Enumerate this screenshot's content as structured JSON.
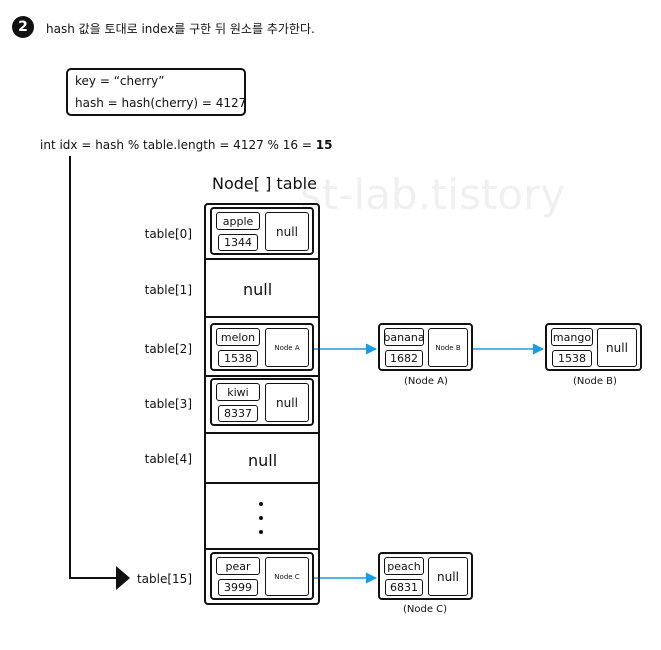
{
  "header": {
    "step_number": "2",
    "step_text": "hash 값을 토대로 index를 구한 뒤 원소를 추가한다."
  },
  "key_box": {
    "key_line": "key = “cherry”",
    "hash_line": "hash = hash(cherry) = 4127"
  },
  "index_formula": {
    "text": "int idx = hash % table.length = 4127 % 16 = ",
    "result": "15"
  },
  "table": {
    "title": "Node[ ] table",
    "rows": [
      {
        "label": "table[0]",
        "key": "apple",
        "value": "1344",
        "next": "null"
      },
      {
        "label": "table[1]",
        "null_text": "null"
      },
      {
        "label": "table[2]",
        "key": "melon",
        "value": "1538",
        "next": "Node A"
      },
      {
        "label": "table[3]",
        "key": "kiwi",
        "value": "8337",
        "next": "null"
      },
      {
        "label": "table[4]",
        "null_text": "null"
      },
      {
        "label": "table[15]",
        "key": "pear",
        "value": "3999",
        "next": "Node C"
      }
    ]
  },
  "chain_nodes": [
    {
      "key": "banana",
      "value": "1682",
      "next": "Node B",
      "caption": "(Node A)"
    },
    {
      "key": "mango",
      "value": "1538",
      "next": "null",
      "caption": "(Node B)"
    },
    {
      "key": "peach",
      "value": "6831",
      "next": "null",
      "caption": "(Node C)"
    }
  ],
  "watermark": "st-lab.tistory",
  "colors": {
    "arrow": "#1a9be6",
    "line": "#111111"
  }
}
